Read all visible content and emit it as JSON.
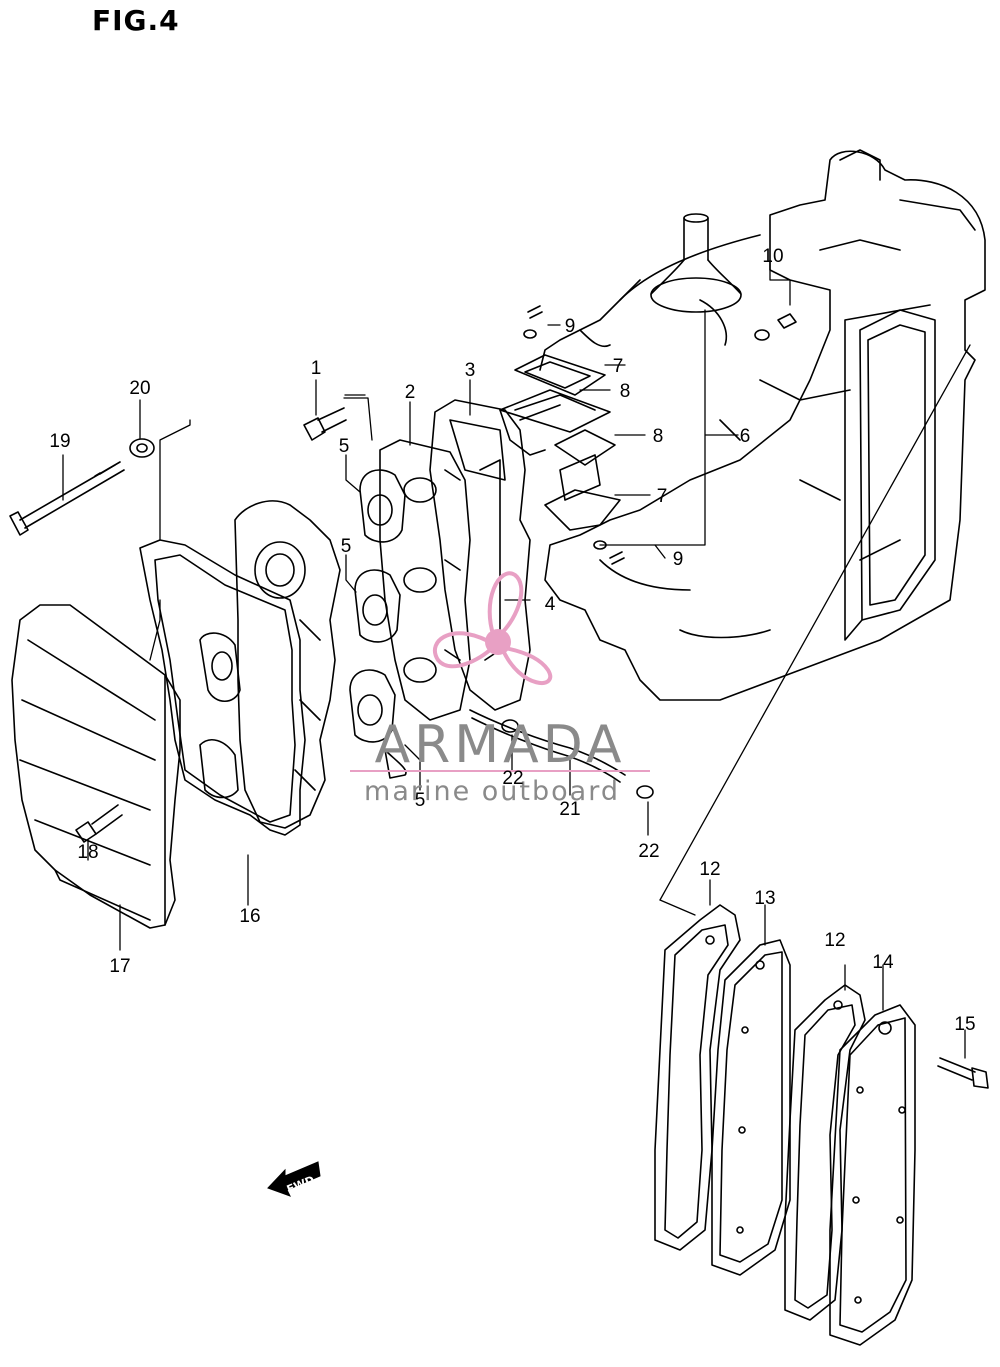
{
  "figure_title": "FIG.4",
  "fwd_label": "FWD",
  "watermark": {
    "brand": "ARMADA",
    "tagline": "marine outboard",
    "accent_color": "#e8a0c4",
    "text_color": "#8a8a8a"
  },
  "callouts": [
    {
      "id": "c1",
      "label": "1"
    },
    {
      "id": "c2",
      "label": "2"
    },
    {
      "id": "c3",
      "label": "3"
    },
    {
      "id": "c4",
      "label": "4"
    },
    {
      "id": "c5a",
      "label": "5"
    },
    {
      "id": "c5b",
      "label": "5"
    },
    {
      "id": "c5c",
      "label": "5"
    },
    {
      "id": "c6",
      "label": "6"
    },
    {
      "id": "c7a",
      "label": "7"
    },
    {
      "id": "c7b",
      "label": "7"
    },
    {
      "id": "c8a",
      "label": "8"
    },
    {
      "id": "c8b",
      "label": "8"
    },
    {
      "id": "c9a",
      "label": "9"
    },
    {
      "id": "c9b",
      "label": "9"
    },
    {
      "id": "c10",
      "label": "10"
    },
    {
      "id": "c12a",
      "label": "12"
    },
    {
      "id": "c12b",
      "label": "12"
    },
    {
      "id": "c13",
      "label": "13"
    },
    {
      "id": "c14",
      "label": "14"
    },
    {
      "id": "c15",
      "label": "15"
    },
    {
      "id": "c16",
      "label": "16"
    },
    {
      "id": "c17",
      "label": "17"
    },
    {
      "id": "c18",
      "label": "18"
    },
    {
      "id": "c19",
      "label": "19"
    },
    {
      "id": "c20",
      "label": "20"
    },
    {
      "id": "c21",
      "label": "21"
    },
    {
      "id": "c22a",
      "label": "22"
    },
    {
      "id": "c22b",
      "label": "22"
    }
  ]
}
